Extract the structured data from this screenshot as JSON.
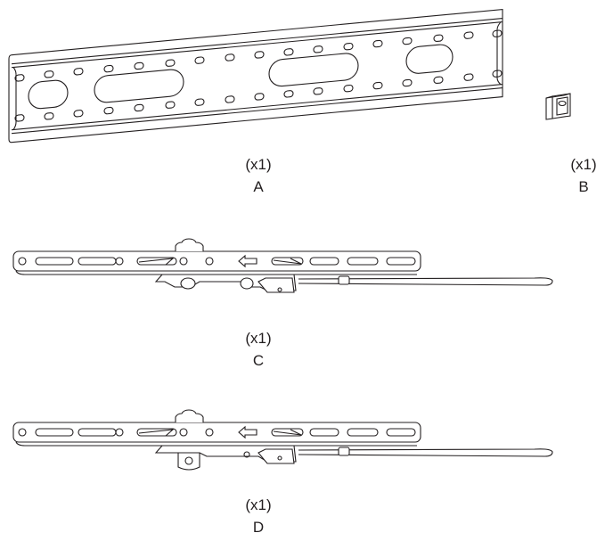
{
  "parts": [
    {
      "id": "A",
      "qty": "(x1)",
      "letter": "A"
    },
    {
      "id": "B",
      "qty": "(x1)",
      "letter": "B"
    },
    {
      "id": "C",
      "qty": "(x1)",
      "letter": "C"
    },
    {
      "id": "D",
      "qty": "(x1)",
      "letter": "D"
    }
  ],
  "colors": {
    "line": "#231f20",
    "background": "#ffffff"
  }
}
